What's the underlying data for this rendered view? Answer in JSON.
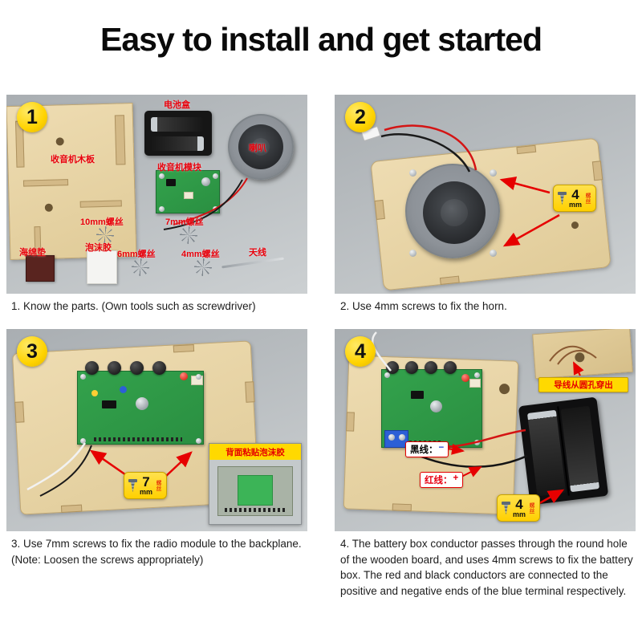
{
  "title": "Easy to install and get started",
  "steps": {
    "s1": {
      "number": "1",
      "caption": "1. Know the parts. (Own tools such as screwdriver)",
      "labels": {
        "battery_box": "电池盒",
        "horn": "喇叭",
        "radio_board": "收音机木板",
        "radio_module": "收音机模块",
        "screw_10mm": "10mm螺丝",
        "screw_7mm": "7mm螺丝",
        "screw_6mm": "6mm螺丝",
        "screw_4mm": "4mm螺丝",
        "antenna": "天线",
        "sponge_pad": "海绵垫",
        "foam_glue": "泡沫胶"
      }
    },
    "s2": {
      "number": "2",
      "caption": "2. Use 4mm screws to fix the horn.",
      "badge": {
        "value": "4",
        "unit": "mm",
        "cn": "螺丝"
      }
    },
    "s3": {
      "number": "3",
      "caption": "3. Use 7mm screws to fix the radio module to the backplane.",
      "caption_note": "(Note: Loosen the screws appropriately)",
      "badge": {
        "value": "7",
        "unit": "mm",
        "cn": "螺丝"
      },
      "inset_title": "背面粘贴泡沫胶"
    },
    "s4": {
      "number": "4",
      "caption": "4. The battery box conductor passes through the round hole of the wooden board, and uses 4mm screws to fix the battery box. The red and black conductors are connected to the positive and negative ends of the blue terminal respectively.",
      "badge": {
        "value": "4",
        "unit": "mm",
        "cn": "螺丝"
      },
      "wire_hole_label": "导线从圆孔穿出",
      "black_wire_label": "黑线：",
      "black_wire_sign": "−",
      "red_wire_label": "红线：",
      "red_wire_sign": "+"
    }
  }
}
